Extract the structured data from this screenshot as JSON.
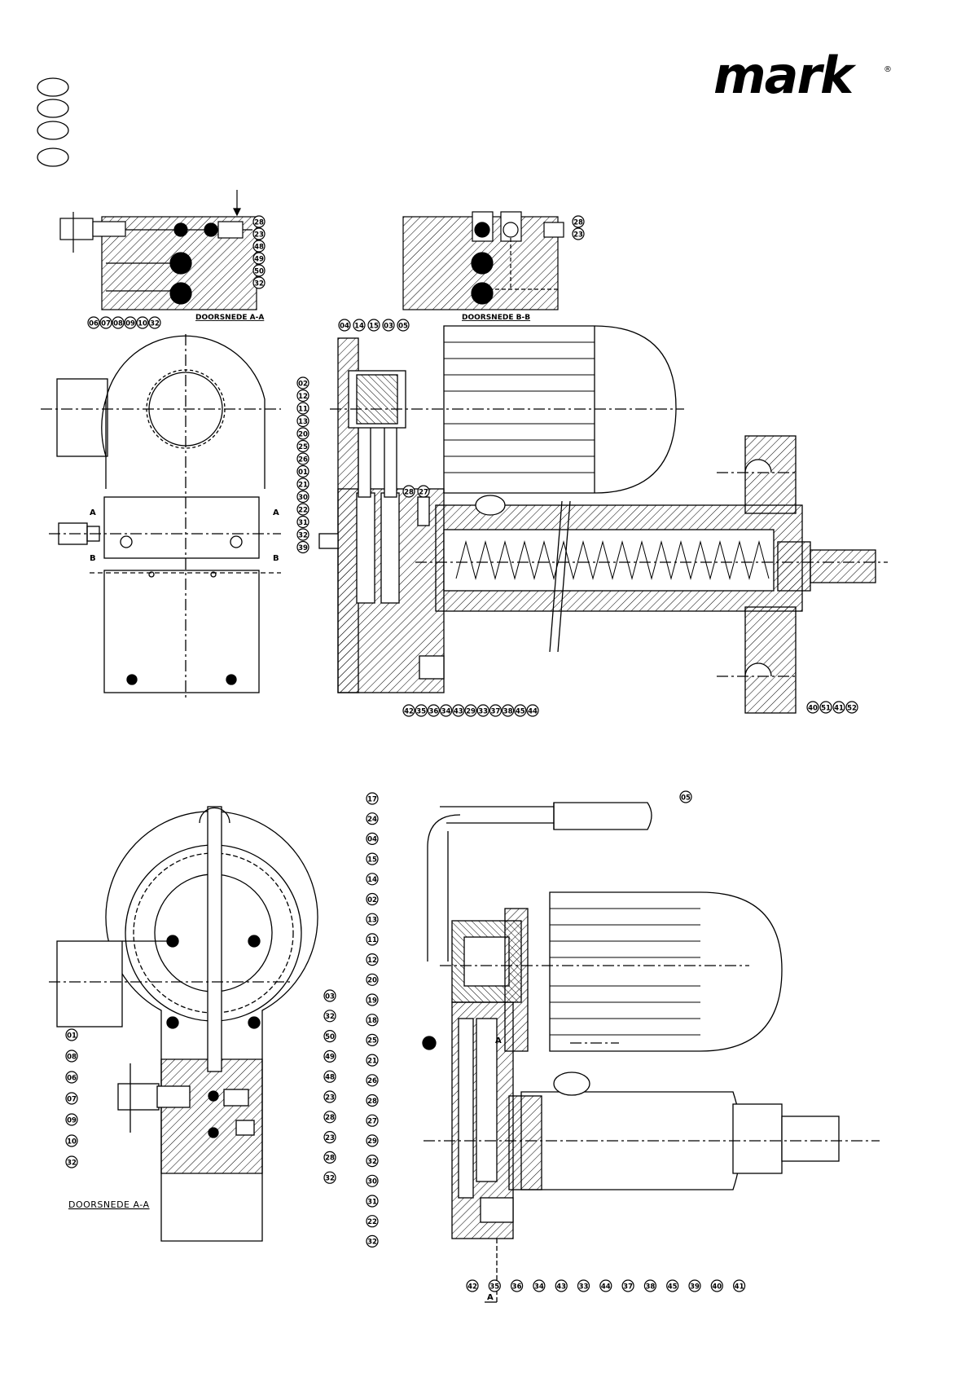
{
  "brand": {
    "logo_text": "mark",
    "registered": "®"
  },
  "section_titles": {
    "aa_top": "DOORSNEDE A-A",
    "bb_top": "DOORSNEDE B-B",
    "aa_bottom": "DOORSNEDE A-A"
  },
  "markers": {
    "a": "A",
    "b": "B"
  },
  "callouts": {
    "aa_top_right": [
      "28",
      "23",
      "48",
      "49",
      "50",
      "32"
    ],
    "aa_top_bottom": [
      "06",
      "07",
      "08",
      "09",
      "10",
      "32"
    ],
    "bb_top_right": [
      "28",
      "23"
    ],
    "side_top": [
      "04",
      "14",
      "15",
      "03",
      "05"
    ],
    "side_left": [
      "02",
      "12",
      "11",
      "13",
      "20",
      "25",
      "26",
      "01",
      "21",
      "30",
      "22",
      "31",
      "32",
      "39"
    ],
    "side_mid": [
      "28",
      "27"
    ],
    "side_bottom": [
      "42",
      "35",
      "36",
      "34",
      "43",
      "29",
      "33",
      "37",
      "38",
      "45",
      "44"
    ],
    "side_right": [
      "40",
      "51",
      "41",
      "52"
    ],
    "lower_left_left": [
      "01",
      "08",
      "06",
      "07",
      "09",
      "10",
      "32"
    ],
    "lower_left_right": [
      "03",
      "32",
      "50",
      "49",
      "48",
      "23",
      "28",
      "23",
      "28",
      "32"
    ],
    "lower_right_left": [
      "17",
      "24",
      "04",
      "15",
      "14",
      "02",
      "13",
      "11",
      "12",
      "20",
      "19",
      "18",
      "25",
      "21",
      "26",
      "28",
      "27",
      "29",
      "32",
      "30",
      "31",
      "22",
      "32"
    ],
    "lower_right_top": [
      "05"
    ],
    "lower_right_bottom": [
      "42",
      "35",
      "36",
      "34",
      "43",
      "33",
      "44",
      "37",
      "38",
      "45",
      "39",
      "40",
      "41"
    ]
  }
}
